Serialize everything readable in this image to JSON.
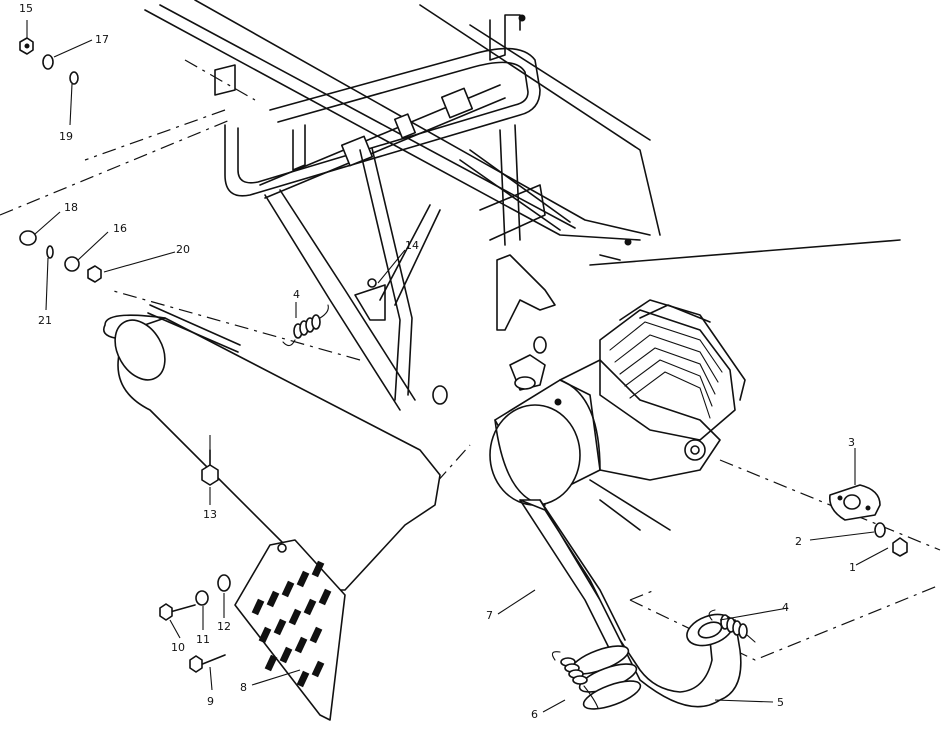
{
  "callouts": [
    {
      "id": "c1",
      "text": "1"
    },
    {
      "id": "c2",
      "text": "2"
    },
    {
      "id": "c3",
      "text": "3"
    },
    {
      "id": "c4a",
      "text": "4"
    },
    {
      "id": "c4b",
      "text": "4"
    },
    {
      "id": "c5",
      "text": "5"
    },
    {
      "id": "c6",
      "text": "6"
    },
    {
      "id": "c7",
      "text": "7"
    },
    {
      "id": "c8",
      "text": "8"
    },
    {
      "id": "c9",
      "text": "9"
    },
    {
      "id": "c10",
      "text": "10"
    },
    {
      "id": "c11",
      "text": "11"
    },
    {
      "id": "c12",
      "text": "12"
    },
    {
      "id": "c13",
      "text": "13"
    },
    {
      "id": "c14",
      "text": "14"
    },
    {
      "id": "c15",
      "text": "15"
    },
    {
      "id": "c16",
      "text": "16"
    },
    {
      "id": "c17",
      "text": "17"
    },
    {
      "id": "c18",
      "text": "18"
    },
    {
      "id": "c19",
      "text": "19"
    },
    {
      "id": "c20",
      "text": "20"
    },
    {
      "id": "c21",
      "text": "21"
    }
  ]
}
